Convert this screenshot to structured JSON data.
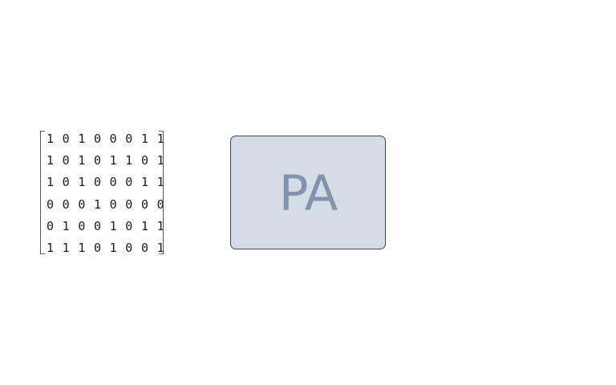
{
  "matrix": {
    "rows": [
      "1 0 1 0 0 0 1 1",
      "1 0 1 0 1 1 0 1",
      "1 0 1 0 0 0 1 1",
      "0 0 0 1 0 0 0 0",
      "0 1 0 0 1 0 1 1",
      "1 1 1 0 1 0 0 1"
    ]
  },
  "block": {
    "label": "PA",
    "fill_color": "#d6dce6",
    "text_color": "#8194ad",
    "border_color": "#3f4a5b"
  }
}
